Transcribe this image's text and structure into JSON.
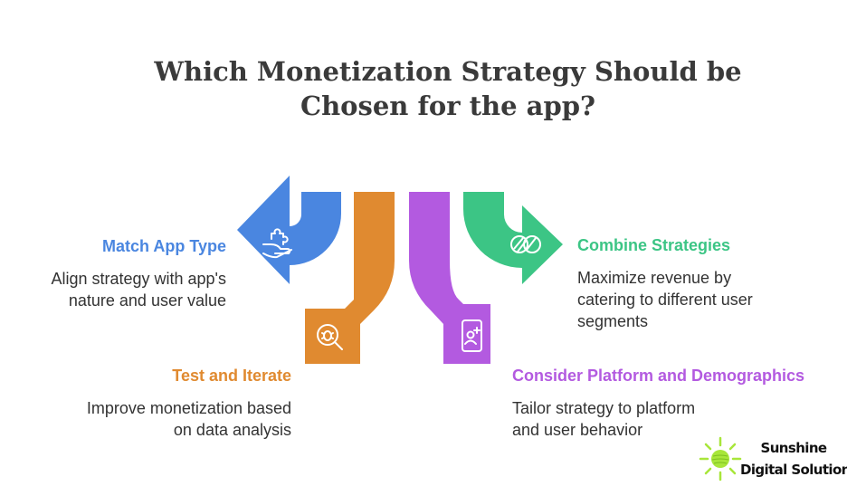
{
  "title": {
    "line1": "Which Monetization Strategy Should be",
    "line2": "Chosen for the app?"
  },
  "items": [
    {
      "label": "Match App Type",
      "description": "Align strategy with app's nature and user value",
      "color": "#4a86e0",
      "icon": "puzzle-hand-icon"
    },
    {
      "label": "Test and Iterate",
      "description": "Improve monetization based on data analysis",
      "color": "#e08a30",
      "icon": "bug-magnifier-icon"
    },
    {
      "label": "Consider Platform and Demographics",
      "description": "Tailor strategy to platform and user behavior",
      "color": "#b35ae0",
      "icon": "mobile-user-icon"
    },
    {
      "label": "Combine Strategies",
      "description": "Maximize revenue by catering to different user segments",
      "color": "#3cc585",
      "icon": "overlapping-circles-icon"
    }
  ],
  "desc_lines": {
    "match": [
      "Align strategy with app's",
      "nature and user value"
    ],
    "test": [
      "Improve monetization based",
      "on data analysis"
    ],
    "platform": [
      "Tailor strategy to platform",
      "and user behavior"
    ],
    "combine": [
      "Maximize revenue by",
      "catering to different user",
      "segments"
    ]
  },
  "brand": {
    "line1": "Sunshine",
    "line2": "Digital Solution",
    "logo": "sun-logo-icon",
    "logo_color": "#a8e63a"
  }
}
